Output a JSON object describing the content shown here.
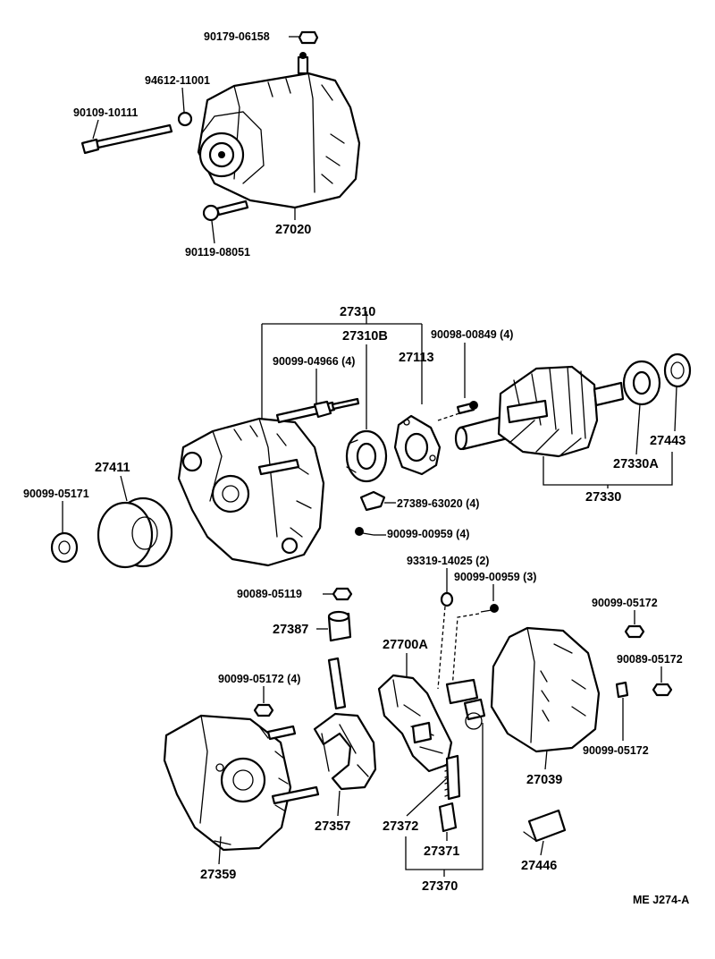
{
  "labels": {
    "p90179_06158": "90179-06158",
    "p94612_11001": "94612-11001",
    "p90109_10111": "90109-10111",
    "p27020": "27020",
    "p90119_08051": "90119-08051",
    "p27310": "27310",
    "p27310B": "27310B",
    "p90099_04966": "90099-04966 (4)",
    "p27113": "27113",
    "p90098_00849": "90098-00849 (4)",
    "p27443": "27443",
    "p27330A": "27330A",
    "p27330": "27330",
    "p27411": "27411",
    "p90099_05171": "90099-05171",
    "p27389_63020": "27389-63020 (4)",
    "p90099_00959": "90099-00959 (4)",
    "p93319_14025": "93319-14025 (2)",
    "p90099_00959b": "90099-00959 (3)",
    "p90099_05172a": "90099-05172",
    "p90089_05119": "90089-05119",
    "p27387": "27387",
    "p27700A": "27700A",
    "p90089_05172": "90089-05172",
    "p90099_05172_4": "90099-05172 (4)",
    "p90099_05172c": "90099-05172",
    "p27039": "27039",
    "p27357": "27357",
    "p27372": "27372",
    "p27359": "27359",
    "p27371": "27371",
    "p27446": "27446",
    "p27370": "27370"
  },
  "figure_code": "ME J274-A"
}
